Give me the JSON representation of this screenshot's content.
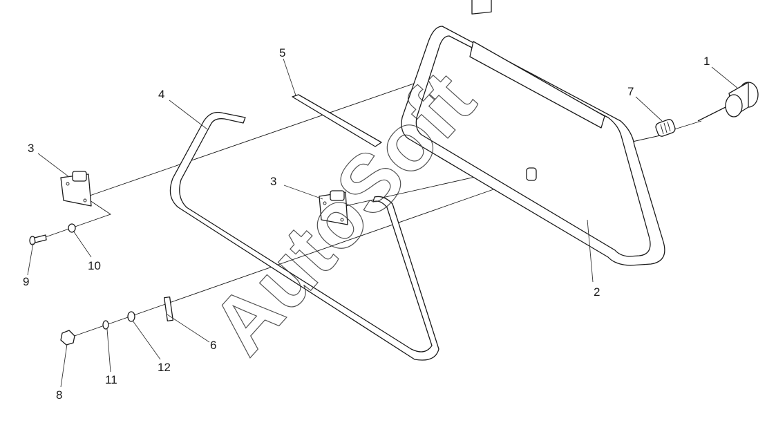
{
  "watermark": "AutoSoft",
  "callouts": {
    "n1": "1",
    "n2": "2",
    "n3a": "3",
    "n3b": "3",
    "n4": "4",
    "n5": "5",
    "n6": "6",
    "n7": "7",
    "n8": "8",
    "n9": "9",
    "n10": "10",
    "n11": "11",
    "n12": "12"
  }
}
